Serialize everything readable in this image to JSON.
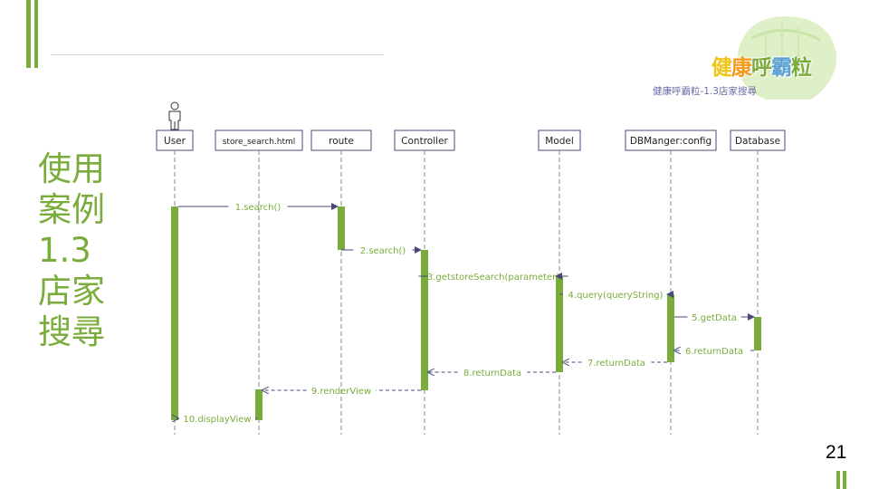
{
  "slide": {
    "title_lines": [
      "使用",
      "案例",
      "1.3",
      "店家",
      "搜尋"
    ],
    "page_number": "21",
    "accent": "#7aac3c"
  },
  "logo": {
    "chars": [
      "健",
      "康",
      "呼",
      "霸",
      "粒"
    ],
    "char_colors": [
      "#f0c419",
      "#f29a1c",
      "#7aac3c",
      "#5aa0d0",
      "#7aac3c"
    ],
    "caption": "健康呼霸粒-1.3店家搜尋"
  },
  "diagram": {
    "actor_icon": "person-icon",
    "lifelines": [
      "User",
      "store_search.html",
      "route",
      "Controller",
      "Model",
      "DBManger:config",
      "Database"
    ],
    "messages": [
      {
        "label": "1.search()",
        "kind": "call"
      },
      {
        "label": "2.search()",
        "kind": "call"
      },
      {
        "label": "3.getstoreSearch(parameter)",
        "kind": "call"
      },
      {
        "label": "4.query(queryString)",
        "kind": "call"
      },
      {
        "label": "5.getData",
        "kind": "call"
      },
      {
        "label": "6.returnData",
        "kind": "return"
      },
      {
        "label": "7.returnData",
        "kind": "return"
      },
      {
        "label": "8.returnData",
        "kind": "return"
      },
      {
        "label": "9.renderView",
        "kind": "return"
      },
      {
        "label": "10.displayView",
        "kind": "return"
      }
    ]
  }
}
